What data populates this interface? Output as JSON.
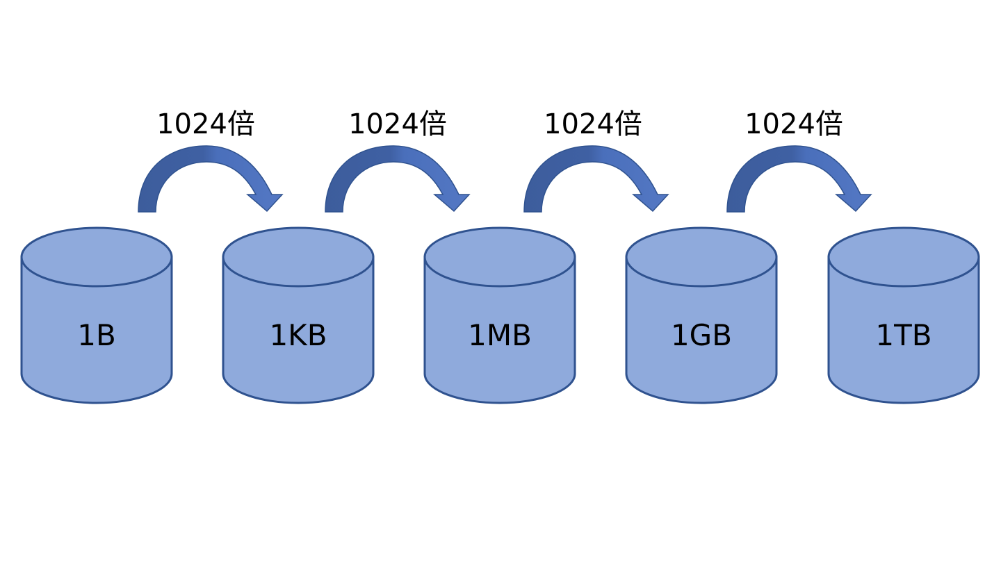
{
  "colors": {
    "cylinder_fill": "#8faadc",
    "cylinder_stroke": "#2f528f",
    "arrow_dark": "#3d5d9c",
    "arrow_light": "#5478c4"
  },
  "units": [
    {
      "label": "1B"
    },
    {
      "label": "1KB"
    },
    {
      "label": "1MB"
    },
    {
      "label": "1GB"
    },
    {
      "label": "1TB"
    }
  ],
  "arrows": [
    {
      "label": "1024倍"
    },
    {
      "label": "1024倍"
    },
    {
      "label": "1024倍"
    },
    {
      "label": "1024倍"
    }
  ]
}
